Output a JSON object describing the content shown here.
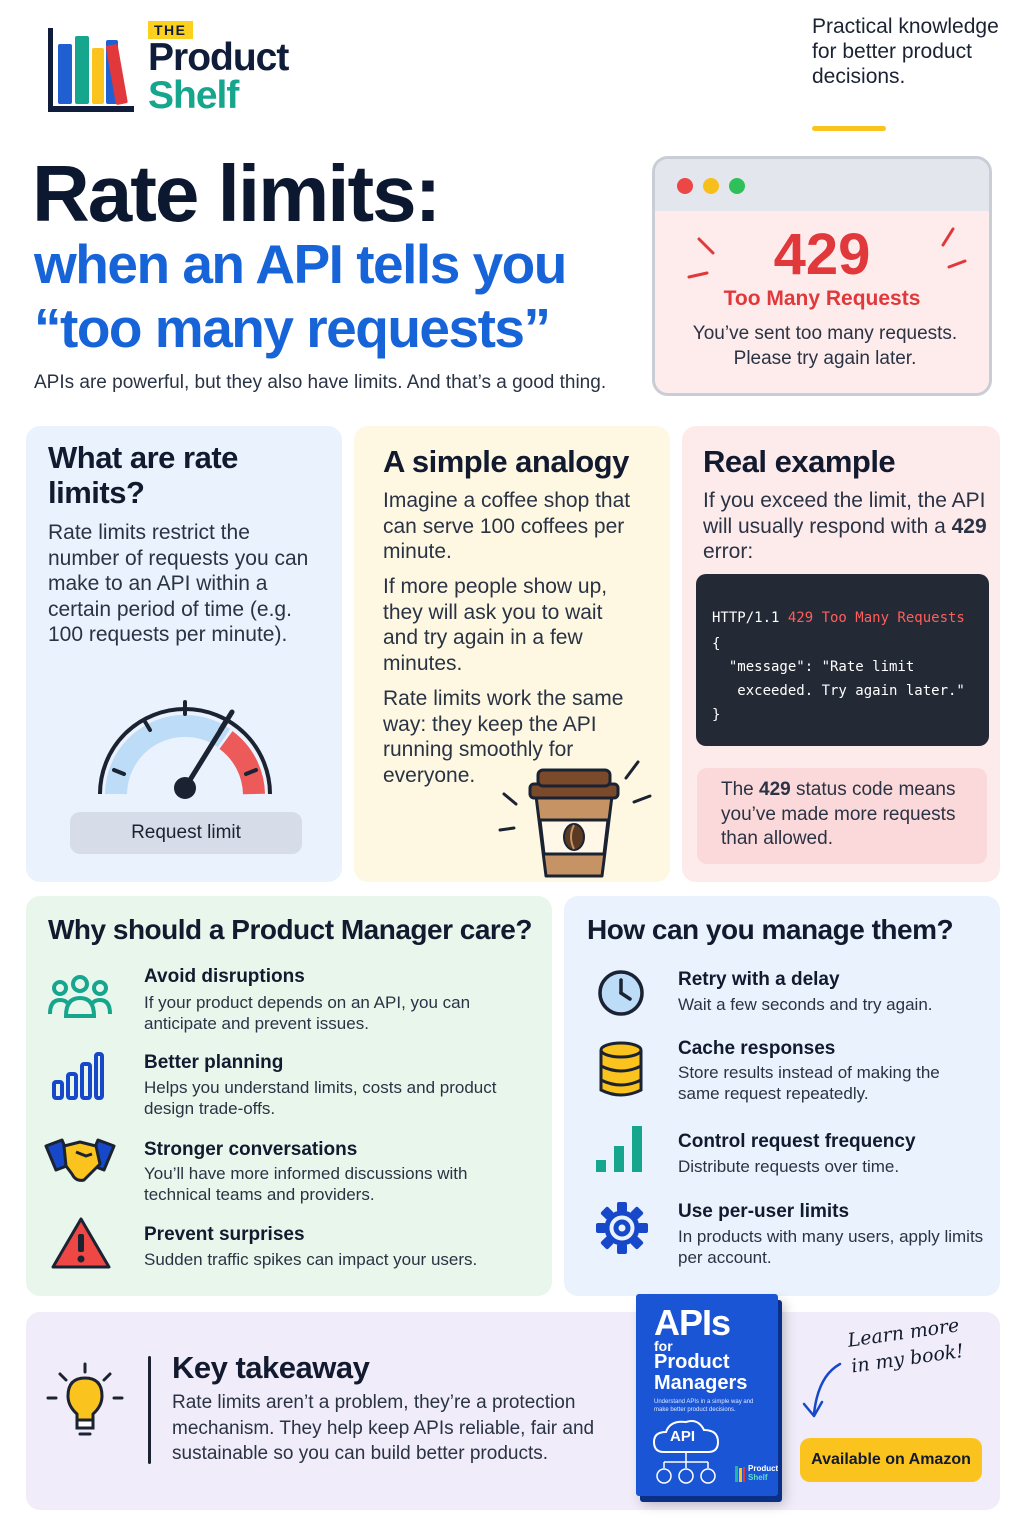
{
  "brand": {
    "the": "THE",
    "product": "Product",
    "shelf": "Shelf"
  },
  "tagline": "Practical knowledge for better product decisions.",
  "title": {
    "main": "Rate limits:",
    "sub": "when an API tells you “too many requests”"
  },
  "intro": "APIs are powerful, but they also have limits. And that’s a good thing.",
  "error_window": {
    "code": "429",
    "status": "Too Many Requests",
    "message": "You’ve sent too many requests. Please try again later."
  },
  "what_are": {
    "title": "What are rate limits?",
    "body": "Rate limits restrict the number of requests you can make to an API within a certain period of time (e.g. 100 requests per minute).",
    "gauge_label": "Request limit"
  },
  "analogy": {
    "title": "A simple analogy",
    "p1": "Imagine a coffee shop that can serve 100 coffees per minute.",
    "p2": "If more people show up, they will ask you to wait and try again in a few minutes.",
    "p3": "Rate limits work the same way: they keep the API running smoothly for everyone."
  },
  "real_example": {
    "title": "Real example",
    "intro_pre": "If you exceed the limit, the API will usually respond with a ",
    "intro_code": "429",
    "intro_post": " error:",
    "code": {
      "l1_pre": "HTTP/1.1 ",
      "l1_status": "429 Too Many Requests",
      "l2": "{",
      "l3": "  \"message\": \"Rate limit",
      "l4": "   exceeded. Try again later.\"",
      "l5": "}"
    },
    "note_pre": "The ",
    "note_code": "429",
    "note_post": " status code means you’ve made more requests than allowed."
  },
  "why": {
    "title": "Why should a Product Manager care?",
    "items": [
      {
        "title": "Avoid disruptions",
        "desc": "If your product depends on an API, you can anticipate and prevent issues."
      },
      {
        "title": "Better planning",
        "desc": "Helps you understand limits, costs and product design trade-offs."
      },
      {
        "title": "Stronger conversations",
        "desc": "You’ll have more informed discussions with technical teams and providers."
      },
      {
        "title": "Prevent surprises",
        "desc": "Sudden traffic spikes can impact your users."
      }
    ]
  },
  "how": {
    "title": "How can you manage them?",
    "items": [
      {
        "title": "Retry with a delay",
        "desc": "Wait a few seconds and try again."
      },
      {
        "title": "Cache responses",
        "desc": "Store results instead of making the same request repeatedly."
      },
      {
        "title": "Control request frequency",
        "desc": "Distribute requests over time."
      },
      {
        "title": "Use per-user limits",
        "desc": "In products with many users, apply limits per account."
      }
    ]
  },
  "takeaway": {
    "title": "Key takeaway",
    "body": "Rate limits aren’t a problem, they’re a protection mechanism. They help keep APIs reliable, fair and sustainable so you can build better products."
  },
  "book": {
    "apis": "APIs",
    "for": "for",
    "title": "Product Managers",
    "subtitle": "Understand APIs in a simple way and make better product decisions.",
    "badge": "API",
    "logo_product": "Product",
    "logo_shelf": "Shelf"
  },
  "learn_more": "Learn more in my book!",
  "cta": "Available on Amazon",
  "colors": {
    "navy": "#0c1830",
    "blue": "#1763d8",
    "teal": "#16a58d",
    "red": "#e0383b",
    "yellow": "#fbc31d"
  }
}
